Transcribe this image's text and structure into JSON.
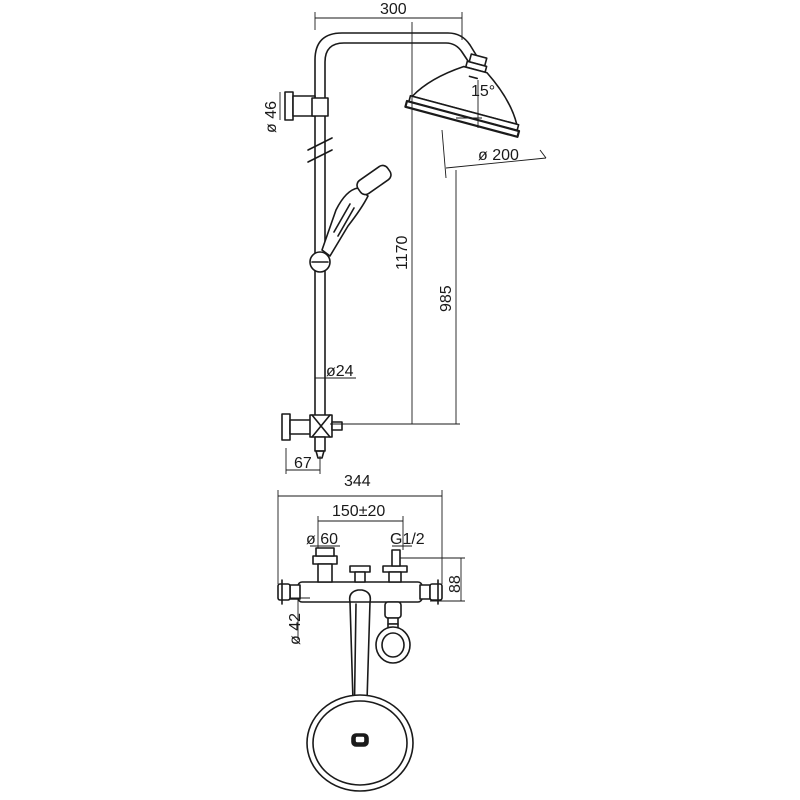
{
  "diagram": {
    "dimensions": {
      "top_width": "300",
      "bracket_diameter": "ø 46",
      "head_angle": "15°",
      "head_diameter": "ø 200",
      "total_height": "1170",
      "head_height": "985",
      "pipe_diameter": "ø24",
      "outlet_offset": "67",
      "mixer_width": "344",
      "centers": "150±20",
      "handle_diameter": "ø 60",
      "thread": "G1/2",
      "mixer_height": "88",
      "body_diameter": "ø 42"
    }
  }
}
